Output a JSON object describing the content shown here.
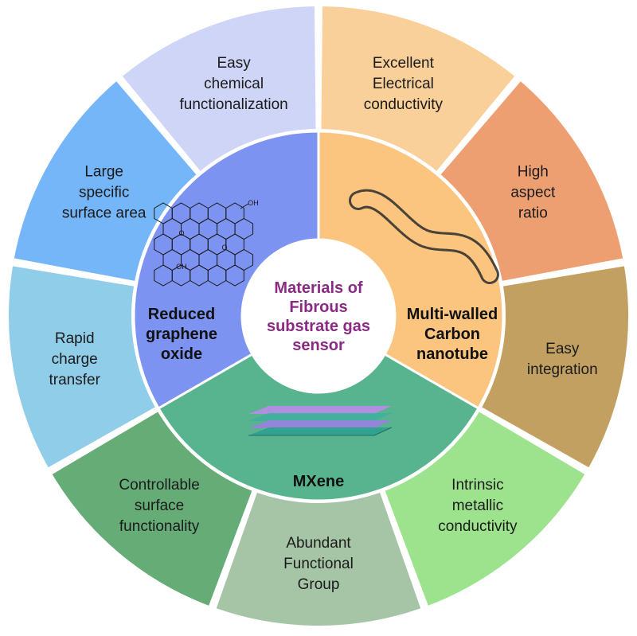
{
  "center": {
    "lines": [
      "Materials of",
      "Fibrous",
      "substrate gas",
      "sensor"
    ],
    "color": "#8a2a84"
  },
  "materials": [
    {
      "id": "reduced-graphene-oxide",
      "lines": [
        "Reduced",
        "graphene",
        "oxide"
      ],
      "color": "#7d93f2",
      "icon": "graphene-oxide-lattice-icon",
      "icon_labels": [
        "OH",
        "O",
        "O",
        "OH"
      ]
    },
    {
      "id": "multi-walled-carbon-nanotube",
      "lines": [
        "Multi-walled",
        "Carbon",
        "nanotube"
      ],
      "color": "#fbc57f",
      "icon": "carbon-nanotube-icon"
    },
    {
      "id": "mxene",
      "lines": [
        "MXene"
      ],
      "color": "#57b48e",
      "icon": "mxene-layer-icon"
    }
  ],
  "properties": [
    {
      "lines": [
        "Easy",
        "chemical",
        "functionalization"
      ],
      "color": "#cfd5f7"
    },
    {
      "lines": [
        "Excellent",
        "Electrical",
        "conductivity"
      ],
      "color": "#f9cf9a"
    },
    {
      "lines": [
        "High",
        "aspect",
        "ratio"
      ],
      "color": "#ee9f72"
    },
    {
      "lines": [
        "Easy",
        "integration"
      ],
      "color": "#c2a061"
    },
    {
      "lines": [
        "Intrinsic",
        "metallic",
        "conductivity"
      ],
      "color": "#9de38d"
    },
    {
      "lines": [
        "Abundant",
        "Functional",
        "Group"
      ],
      "color": "#a5c5a6"
    },
    {
      "lines": [
        "Controllable",
        "surface",
        "functionality"
      ],
      "color": "#65ac77"
    },
    {
      "lines": [
        "Rapid",
        "charge",
        "transfer"
      ],
      "color": "#90cde9"
    },
    {
      "lines": [
        "Large",
        "specific",
        "surface area"
      ],
      "color": "#74b6f8"
    }
  ]
}
